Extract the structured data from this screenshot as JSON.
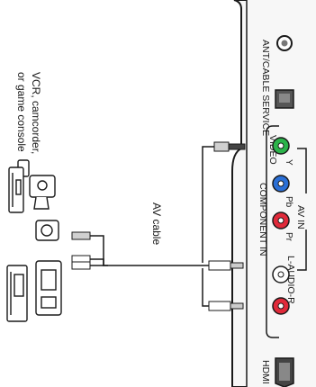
{
  "panel": {
    "ant_cable_label": "ANT/CABLE SERVICE",
    "av_in_label": "AV IN",
    "component_in_label": "COMPONENT IN",
    "video_label": "VIDEO",
    "y_label": "Y",
    "pb_label": "Pb",
    "pr_label": "Pr",
    "audio_label": "L-AUDIO-R",
    "hdmi_label": "HDMI"
  },
  "cable_label": "AV cable",
  "device_label_line1": "VCR, camcorder,",
  "device_label_line2": "or game console",
  "colors": {
    "jack_green": "#2bb34a",
    "jack_blue": "#2a6fd6",
    "jack_red": "#e02a3a",
    "panel_bg": "#f7f7f7",
    "line": "#1a1a1a"
  },
  "icons": [
    "coax-connector-icon",
    "ethernet-port-icon",
    "hdmi-port-icon",
    "vcr-icon",
    "camcorder-icon",
    "game-console-icon"
  ]
}
